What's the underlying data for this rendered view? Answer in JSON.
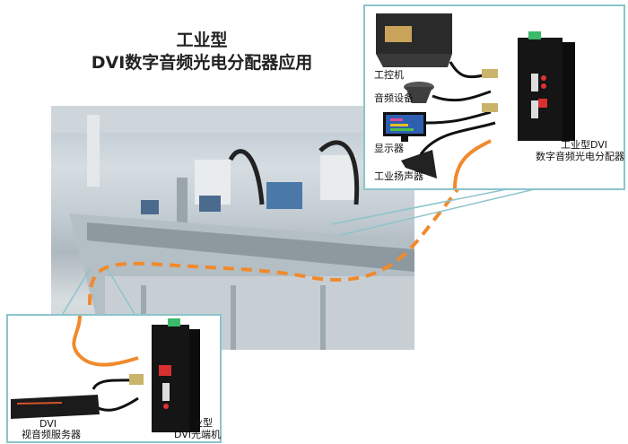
{
  "title": {
    "line1": "工业型",
    "line2": "DVI数字音频光电分配器应用"
  },
  "top_callout": {
    "devices": [
      "工控机",
      "音频设备",
      "显示器",
      "工业扬声器"
    ],
    "main_device": {
      "line1": "工业型DVI",
      "line2": "数字音频光电分配器"
    }
  },
  "bottom_callout": {
    "server": {
      "line1": "DVI",
      "line2": "视音频服务器"
    },
    "device": {
      "line1": "工业型",
      "line2": "DVI光端机"
    }
  },
  "colors": {
    "fiber": "#f08a2c",
    "callout_border": "#8cc4cc"
  }
}
